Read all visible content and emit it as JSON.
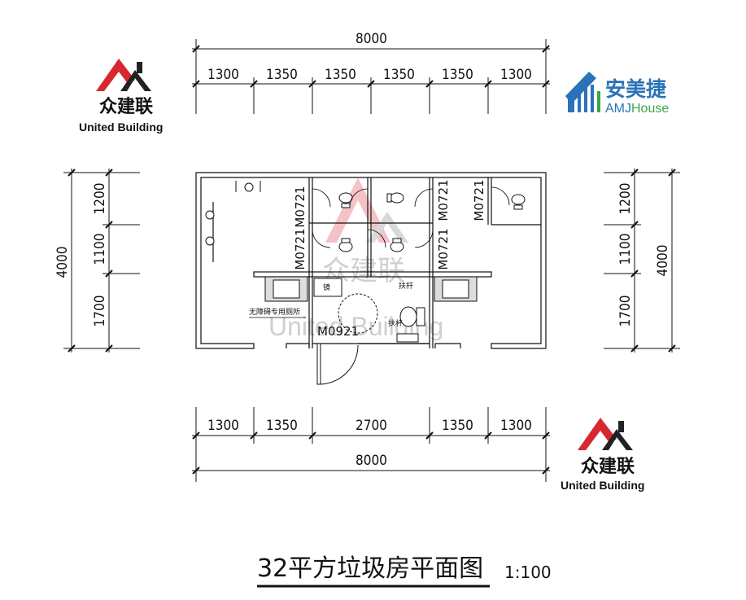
{
  "drawing": {
    "title": "32平方垃圾房平面图",
    "scale": "1:100"
  },
  "logos": {
    "united_cn": "众建联",
    "united_en": "United Building",
    "amj_cn": "安美捷",
    "amj_en_a": "AMJ",
    "amj_en_b": "House"
  },
  "watermark": {
    "cn": "众建联",
    "en": "United Building"
  },
  "dimensions": {
    "top_total": "8000",
    "top_segments": [
      "1300",
      "1350",
      "1350",
      "1350",
      "1350",
      "1300"
    ],
    "bottom_total": "8000",
    "bottom_segments": [
      "1300",
      "1350",
      "2700",
      "1350",
      "1300"
    ],
    "left_total": "4000",
    "left_segments": [
      "1200",
      "1100",
      "1700"
    ],
    "right_total": "4000",
    "right_segments": [
      "1200",
      "1100",
      "1700"
    ]
  },
  "doors": {
    "d1": "M0721",
    "d2": "M0721",
    "d3": "M0721",
    "d4": "M0721",
    "d5": "M0721",
    "main": "M0921"
  },
  "labels": {
    "accessible": "无障碍专用厕所",
    "grab_bar_1": "扶杆",
    "grab_bar_2": "扶杆",
    "mirror": "镜"
  },
  "colors": {
    "logo_red": "#d7282f",
    "amj_blue": "#2a73b8",
    "amj_green": "#3aa64a"
  }
}
